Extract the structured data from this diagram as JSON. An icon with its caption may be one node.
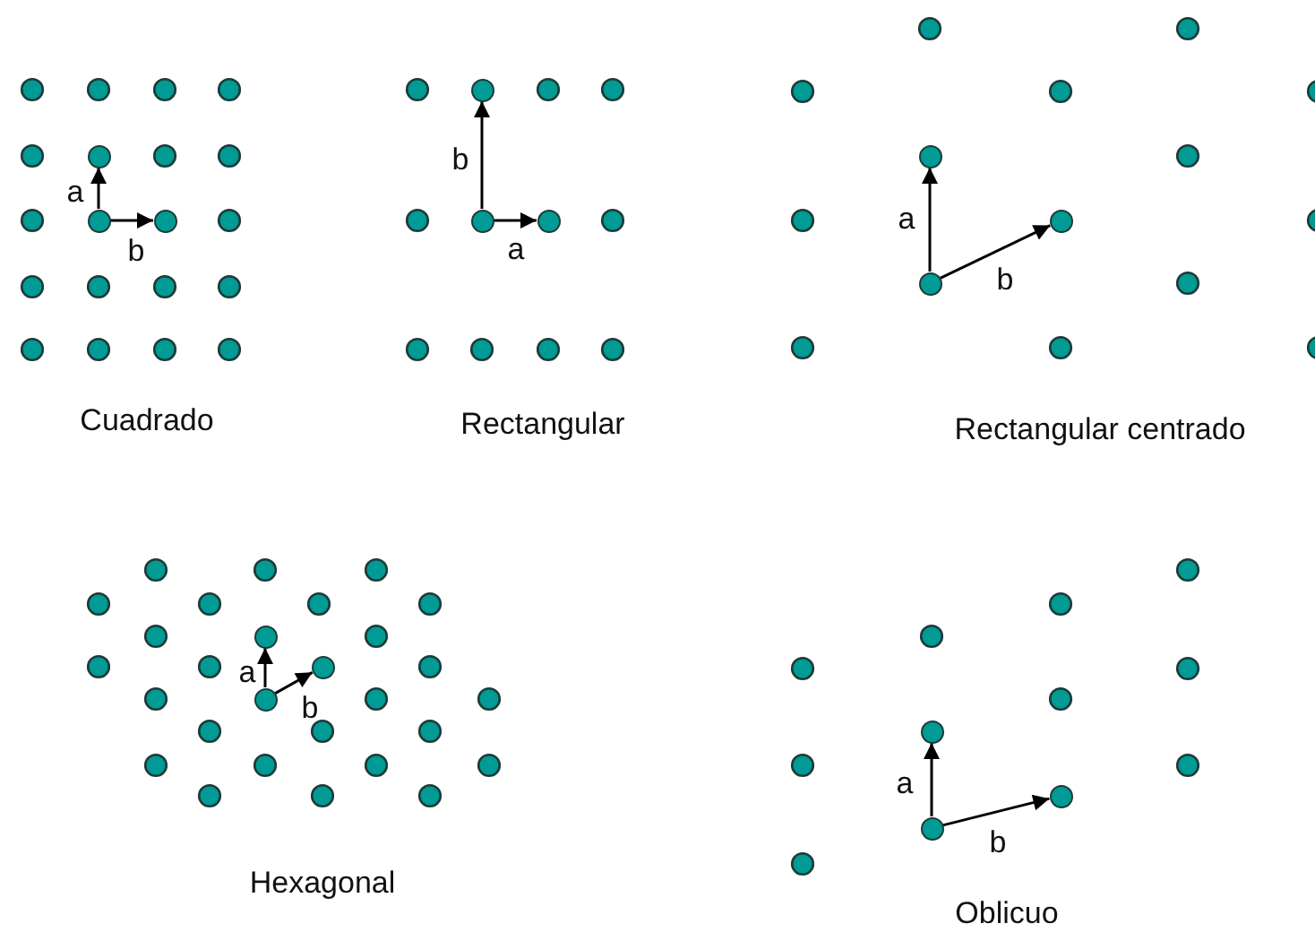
{
  "diagram": {
    "nodes": [
      {
        "text": [],
        "shape": "circle"
      },
      {
        "text": [],
        "shape": "circle"
      },
      {
        "text": [],
        "shape": "circle"
      },
      {
        "text": [],
        "shape": "circle"
      },
      {
        "text": [],
        "shape": "circle"
      },
      {
        "text": [],
        "shape": "circle"
      },
      {
        "text": [],
        "shape": "circle"
      },
      {
        "text": [],
        "shape": "circle"
      },
      {
        "text": [],
        "shape": "circle"
      },
      {
        "text": [],
        "shape": "circle"
      },
      {
        "text": [],
        "shape": "circle"
      },
      {
        "text": [],
        "shape": "circle"
      },
      {
        "text": [],
        "shape": "circle"
      },
      {
        "text": [],
        "shape": "circle"
      },
      {
        "text": [],
        "shape": "circle"
      }
    ],
    "edges": [
      {
        "from": 0,
        "to": 1,
        "arrow": "to",
        "label": "a"
      },
      {
        "from": 0,
        "to": 2,
        "arrow": "to",
        "label": "b"
      },
      {
        "from": 3,
        "to": 5,
        "arrow": "to",
        "label": "a"
      },
      {
        "from": 3,
        "to": 4,
        "arrow": "to",
        "label": "b"
      },
      {
        "from": 6,
        "to": 7,
        "arrow": "to",
        "label": "a"
      },
      {
        "from": 6,
        "to": 8,
        "arrow": "to",
        "label": "b"
      },
      {
        "from": 9,
        "to": 10,
        "arrow": "to",
        "label": "a"
      },
      {
        "from": 9,
        "to": 11,
        "arrow": "to",
        "label": "b"
      },
      {
        "from": 12,
        "to": 13,
        "arrow": "to",
        "label": "a"
      },
      {
        "from": 12,
        "to": 14,
        "arrow": "to",
        "label": "b"
      }
    ],
    "labels": [
      "Cuadrado",
      "Rectangular",
      "Rectangular centrado",
      "Hexagonal",
      "Oblicuo"
    ]
  }
}
